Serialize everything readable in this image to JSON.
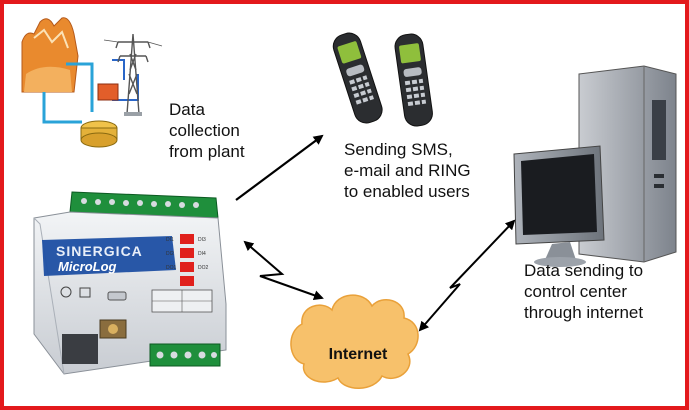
{
  "labels": {
    "plant": [
      "Data",
      "collection",
      "from plant"
    ],
    "sms": [
      "Sending SMS,",
      "e-mail and RING",
      "to enabled users"
    ],
    "center": [
      "Data sending to",
      "control center",
      "through internet"
    ],
    "internet": "Internet"
  },
  "device": {
    "brand": "SINERGICA",
    "model": "MicroLog"
  },
  "colors": {
    "frame": "#e3191c",
    "cloud": "#f7c16b",
    "device_blue": "#1d4fa3",
    "led_red": "#e0201c"
  }
}
